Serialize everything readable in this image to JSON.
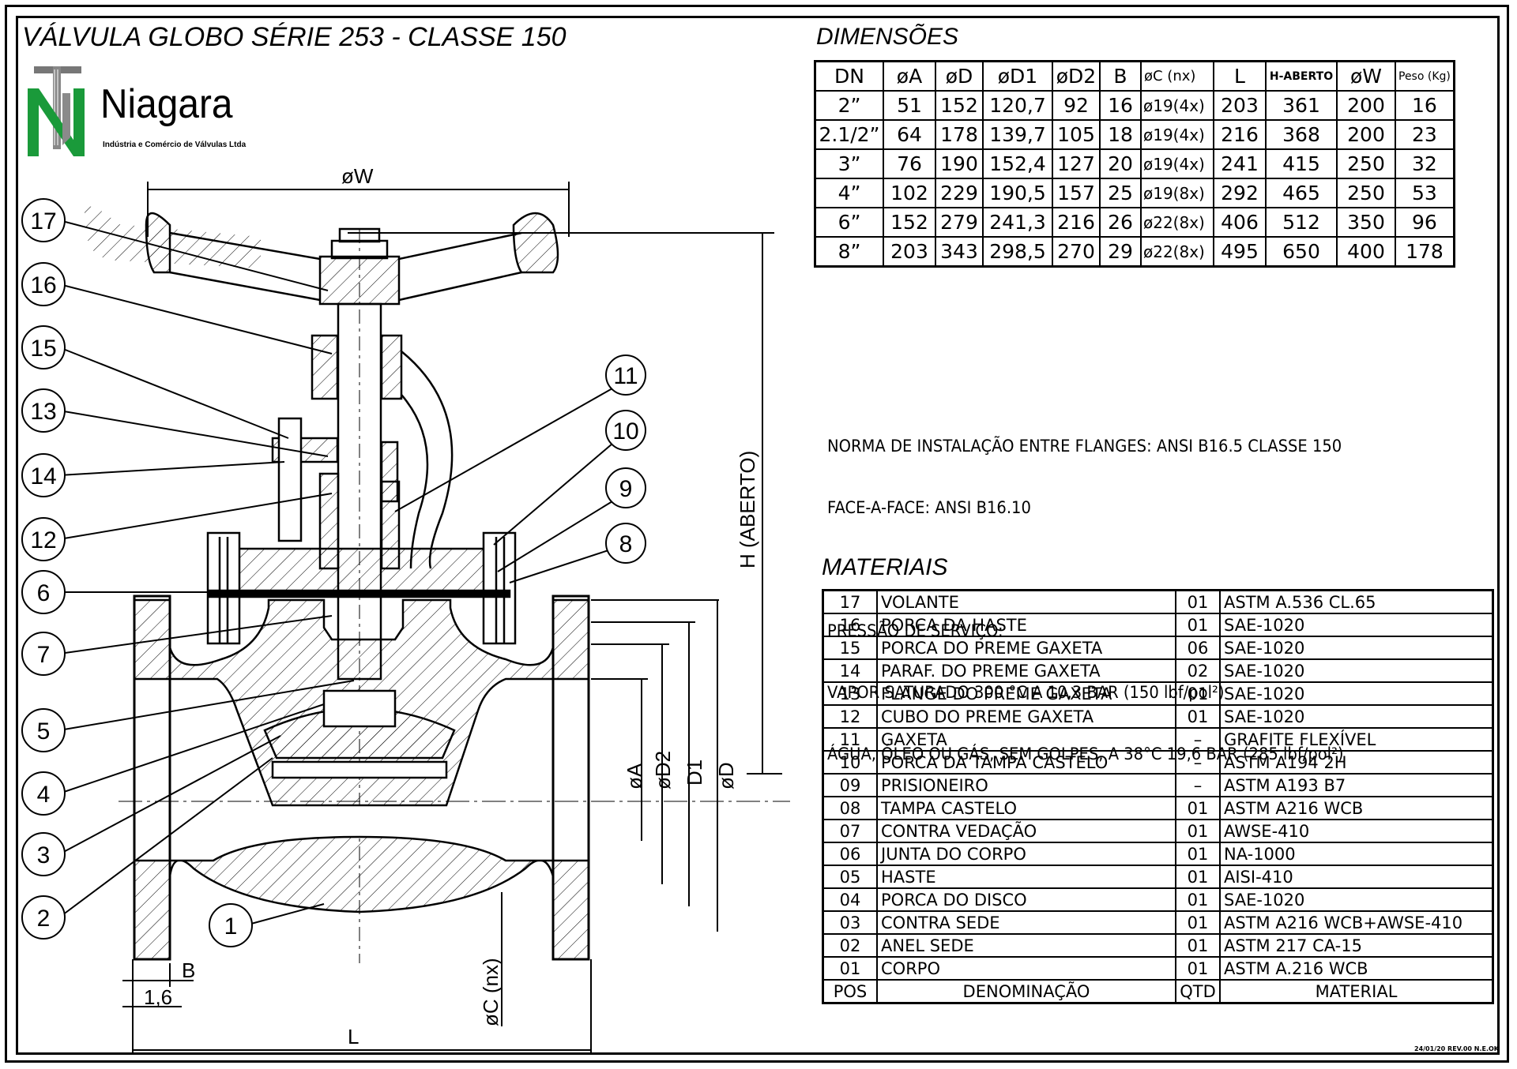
{
  "title": "VÁLVULA GLOBO SÉRIE 253 - CLASSE 150",
  "logo": {
    "brand": "Niagara",
    "subtitle": "Indústria e Comércio de Válvulas Ltda",
    "brand_color": "#1a9a3a"
  },
  "dimensions": {
    "title": "DIMENSÕES",
    "headers": [
      "DN",
      "øA",
      "øD",
      "øD1",
      "øD2",
      "B",
      "øC (nx)",
      "L",
      "H-ABERTO",
      "øW",
      "Peso (Kg)"
    ],
    "rows": [
      [
        "2”",
        "51",
        "152",
        "120,7",
        "92",
        "16",
        "ø19(4x)",
        "203",
        "361",
        "200",
        "16"
      ],
      [
        "2.1/2”",
        "64",
        "178",
        "139,7",
        "105",
        "18",
        "ø19(4x)",
        "216",
        "368",
        "200",
        "23"
      ],
      [
        "3”",
        "76",
        "190",
        "152,4",
        "127",
        "20",
        "ø19(4x)",
        "241",
        "415",
        "250",
        "32"
      ],
      [
        "4”",
        "102",
        "229",
        "190,5",
        "157",
        "25",
        "ø19(8x)",
        "292",
        "465",
        "250",
        "53"
      ],
      [
        "6”",
        "152",
        "279",
        "241,3",
        "216",
        "26",
        "ø22(8x)",
        "406",
        "512",
        "350",
        "96"
      ],
      [
        "8”",
        "203",
        "343",
        "298,5",
        "270",
        "29",
        "ø22(8x)",
        "495",
        "650",
        "400",
        "178"
      ]
    ]
  },
  "notes": {
    "line1": "NORMA DE INSTALAÇÃO ENTRE FLANGES:  ANSI B16.5 CLASSE 150",
    "line2": "FACE-A-FACE:  ANSI B16.10",
    "line3": "PRESSÃO DE SERVIÇO:",
    "line4": "VAPOR SATURADO 300 °C A 10,3 BAR (150 lbf/pol²)",
    "line5": "ÁGUA, ÓLEO OU GÁS, SEM GOLPES, A 38°C 19,6 BAR (285 lbf/pol²)"
  },
  "materials": {
    "title": "MATERIAIS",
    "rows": [
      {
        "pos": "17",
        "name": "VOLANTE",
        "qty": "01",
        "material": "ASTM A.536 CL.65"
      },
      {
        "pos": "16",
        "name": "PORCA DA HASTE",
        "qty": "01",
        "material": "SAE-1020"
      },
      {
        "pos": "15",
        "name": "PORCA DO PREME GAXETA",
        "qty": "06",
        "material": "SAE-1020"
      },
      {
        "pos": "14",
        "name": "PARAF. DO PREME GAXETA",
        "qty": "02",
        "material": "SAE-1020"
      },
      {
        "pos": "13",
        "name": "FLANGE DO PREME GAXETA",
        "qty": "01",
        "material": "SAE-1020"
      },
      {
        "pos": "12",
        "name": "CUBO DO PREME GAXETA",
        "qty": "01",
        "material": "SAE-1020"
      },
      {
        "pos": "11",
        "name": "GAXETA",
        "qty": "–",
        "material": "GRAFITE FLEXÍVEL"
      },
      {
        "pos": "10",
        "name": "PORCA DA TAMPA CASTELO",
        "qty": "–",
        "material": "ASTM A194 2H"
      },
      {
        "pos": "09",
        "name": "PRISIONEIRO",
        "qty": "–",
        "material": "ASTM A193 B7"
      },
      {
        "pos": "08",
        "name": "TAMPA CASTELO",
        "qty": "01",
        "material": "ASTM A216 WCB"
      },
      {
        "pos": "07",
        "name": "CONTRA VEDAÇÃO",
        "qty": "01",
        "material": "AWSE-410"
      },
      {
        "pos": "06",
        "name": "JUNTA DO CORPO",
        "qty": "01",
        "material": "NA-1000"
      },
      {
        "pos": "05",
        "name": "HASTE",
        "qty": "01",
        "material": "AISI-410"
      },
      {
        "pos": "04",
        "name": "PORCA DO DISCO",
        "qty": "01",
        "material": "SAE-1020"
      },
      {
        "pos": "03",
        "name": "CONTRA SEDE",
        "qty": "01",
        "material": "ASTM A216 WCB+AWSE-410"
      },
      {
        "pos": "02",
        "name": "ANEL SEDE",
        "qty": "01",
        "material": "ASTM 217 CA-15"
      },
      {
        "pos": "01",
        "name": "CORPO",
        "qty": "01",
        "material": "ASTM A.216 WCB"
      }
    ],
    "footer": {
      "pos": "POS",
      "name": "DENOMINAÇÃO",
      "qty": "QTD",
      "material": "MATERIAL"
    }
  },
  "drawing": {
    "callouts": [
      "17",
      "16",
      "15",
      "13",
      "14",
      "12",
      "6",
      "7",
      "5",
      "4",
      "3",
      "2",
      "1",
      "11",
      "10",
      "9",
      "8"
    ],
    "dimension_labels": {
      "handwheel": "øW",
      "height": "H (ABERTO)",
      "a": "øA",
      "d2": "øD2",
      "d1": "D1",
      "d": "øD",
      "b": "B",
      "raised_face": "1,6",
      "length": "L",
      "bolt_hole": "øC (nx)"
    }
  },
  "revision": "24/01/20 REV.00 N.E.OK"
}
